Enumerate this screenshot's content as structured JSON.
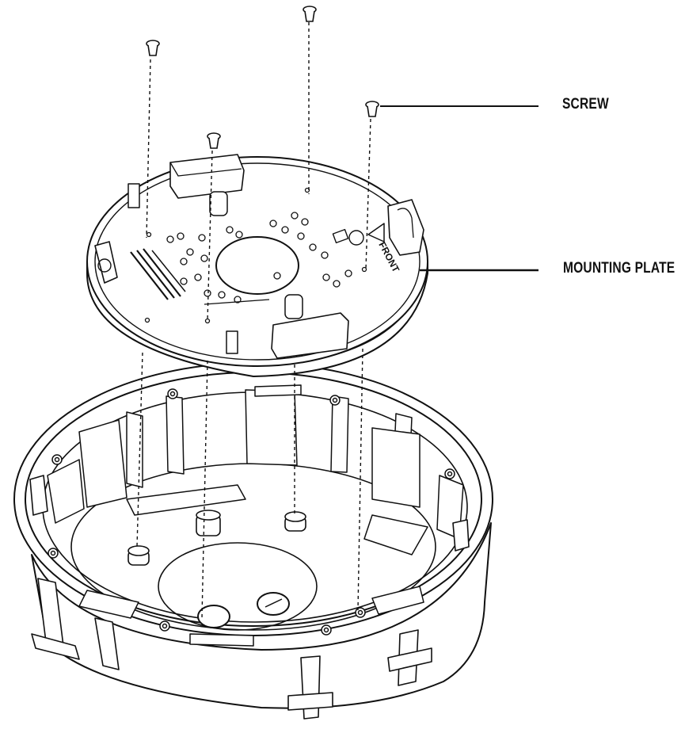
{
  "labels": {
    "screw": "SCREW",
    "mounting_plate": "MOUNTING PLATE",
    "front": "FRONT"
  },
  "colors": {
    "line": "#111111",
    "fill": "#ffffff",
    "shade": "#e9e9e9"
  }
}
